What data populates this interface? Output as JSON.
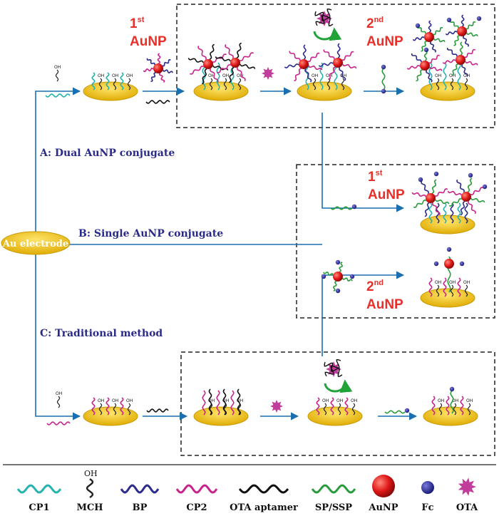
{
  "routes": {
    "source": "Au electrode",
    "a": "A: Dual AuNP conjugate",
    "b": "B: Single AuNP conjugate",
    "c": "C: Traditional method"
  },
  "stages": {
    "first": {
      "main": "AuNP",
      "num": "1",
      "sup": "st"
    },
    "second": {
      "main": "AuNP",
      "num": "2",
      "sup": "nd"
    }
  },
  "oh_label": "OH",
  "legend": {
    "cp1": "CP1",
    "mch": "MCH",
    "mch_oh": "OH",
    "bp": "BP",
    "cp2": "CP2",
    "aptamer": "OTA aptamer",
    "spssp": "SP/SSP",
    "aunp": "AuNP",
    "fc": "Fc",
    "ota": "OTA"
  },
  "colors": {
    "electrode": "#f2c40f",
    "electrode_edge": "#c99a06",
    "arrow": "#1a6fb0",
    "stage_text": "#e8302a",
    "route_text": "#2a2a8a",
    "cp1": "#25b3b0",
    "mch": "#222222",
    "bp": "#2c2c8c",
    "cp2": "#c8248c",
    "aptamer": "#111111",
    "spssp": "#2a9c3c",
    "aunp": "#e02020",
    "fc": "#2a2a9a",
    "ota": "#c23c9c"
  }
}
